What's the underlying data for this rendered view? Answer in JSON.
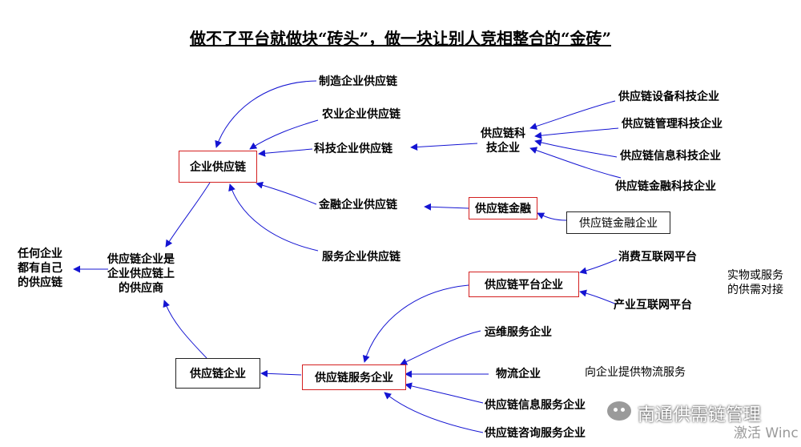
{
  "title": "做不了平台就做块“砖头”，做一块让别人竞相整合的“金砖”",
  "nodes": {
    "any_enterprise": [
      "任何企业",
      "都有自己",
      "的供应链"
    ],
    "sc_enterprise_supplier": [
      "供应链企业是",
      "企业供应链上",
      "的供应商"
    ],
    "enterprise_sc": "企业供应链",
    "manufacturing_sc": "制造企业供应链",
    "agriculture_sc": "农业企业供应链",
    "tech_sc": "科技企业供应链",
    "finance_sc": "金融企业供应链",
    "service_sc": "服务企业供应链",
    "sc_tech_enterprise": [
      "供应链科",
      "技企业"
    ],
    "sc_equipment_tech": "供应链设备科技企业",
    "sc_management_tech": "供应链管理科技企业",
    "sc_info_tech": "供应链信息科技企业",
    "sc_finance_tech": "供应链金融科技企业",
    "sc_finance": "供应链金融",
    "sc_finance_enterprise": "供应链金融企业",
    "sc_platform_enterprise": "供应链平台企业",
    "consumer_internet_platform": "消费互联网平台",
    "industrial_internet_platform": "产业互联网平台",
    "physical_service_match": [
      "实物或服务",
      "的供需对接"
    ],
    "sc_enterprise": "供应链企业",
    "sc_service_enterprise": "供应链服务企业",
    "om_service_enterprise": "运维服务企业",
    "logistics_enterprise": "物流企业",
    "logistics_note": "向企业提供物流服务",
    "sc_info_service_enterprise": "供应链信息服务企业",
    "sc_consulting_service_enterprise": "供应链咨询服务企业"
  },
  "watermark": {
    "icon": "wechat-icon",
    "text": "南通供需链管理",
    "activation": "激活 Winc"
  },
  "colors": {
    "arrow": "#1414d2",
    "box_red": "#d42020",
    "text": "#000000"
  }
}
